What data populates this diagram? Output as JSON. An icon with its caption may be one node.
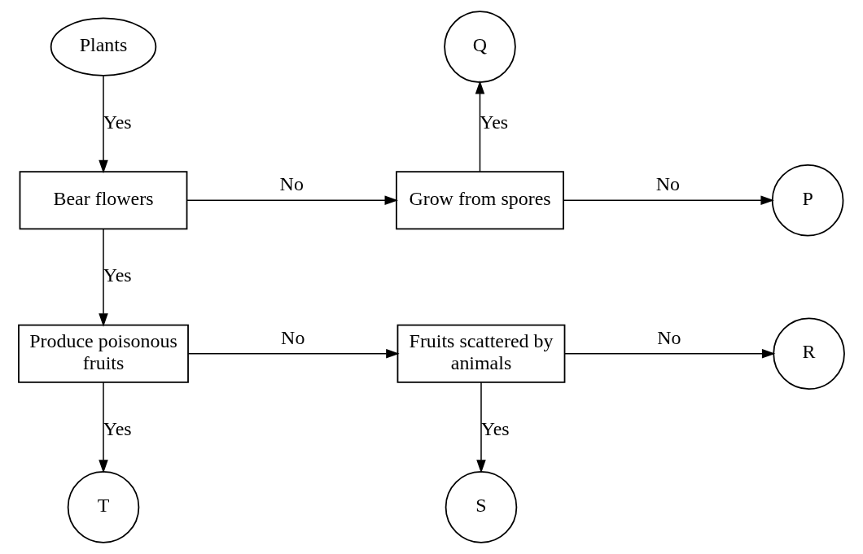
{
  "diagram": {
    "nodes": [
      {
        "text": [
          "Plants"
        ]
      },
      {
        "text": [
          "Q"
        ]
      },
      {
        "text": [
          "Bear flowers"
        ]
      },
      {
        "text": [
          "Grow from spores"
        ]
      },
      {
        "text": [
          "P"
        ]
      },
      {
        "text": [
          "Produce poisonous fruits"
        ]
      },
      {
        "text": [
          "Fruits scattered by animals"
        ]
      },
      {
        "text": [
          "R"
        ]
      },
      {
        "text": [
          "T"
        ]
      },
      {
        "text": [
          "S"
        ]
      }
    ],
    "edges": [
      {
        "from": 0,
        "to": 2,
        "arrow": "to",
        "label": "Yes"
      },
      {
        "from": 2,
        "to": 3,
        "arrow": "to",
        "label": "No"
      },
      {
        "from": 3,
        "to": 1,
        "arrow": "to",
        "label": "Yes"
      },
      {
        "from": 3,
        "to": 4,
        "arrow": "to",
        "label": "No"
      },
      {
        "from": 2,
        "to": 5,
        "arrow": "to",
        "label": "Yes"
      },
      {
        "from": 5,
        "to": 6,
        "arrow": "to",
        "label": "No"
      },
      {
        "from": 6,
        "to": 7,
        "arrow": "to",
        "label": "No"
      },
      {
        "from": 5,
        "to": 8,
        "arrow": "to",
        "label": "Yes"
      },
      {
        "from": 6,
        "to": 9,
        "arrow": "to",
        "label": "Yes"
      }
    ]
  }
}
